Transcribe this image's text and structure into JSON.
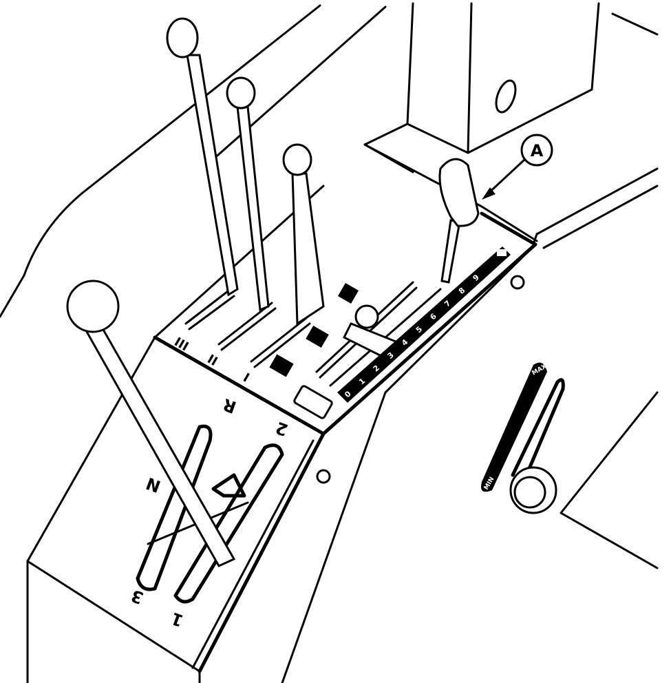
{
  "callout": {
    "label": "A"
  },
  "throttle_scale": {
    "marks": [
      "0",
      "1",
      "2",
      "3",
      "4",
      "5",
      "6",
      "7",
      "8",
      "9"
    ],
    "end_icon": "rabbit-icon"
  },
  "dial_scale": {
    "min_label": "MIN",
    "max_label": "MAX"
  },
  "gear_pattern": {
    "reverse": "R",
    "neutral": "N",
    "first": "1",
    "second": "2",
    "third": "3"
  },
  "range_labels": {
    "one": "I",
    "two": "II",
    "three": "III"
  },
  "colors": {
    "line": "#000000",
    "background": "#ffffff"
  }
}
